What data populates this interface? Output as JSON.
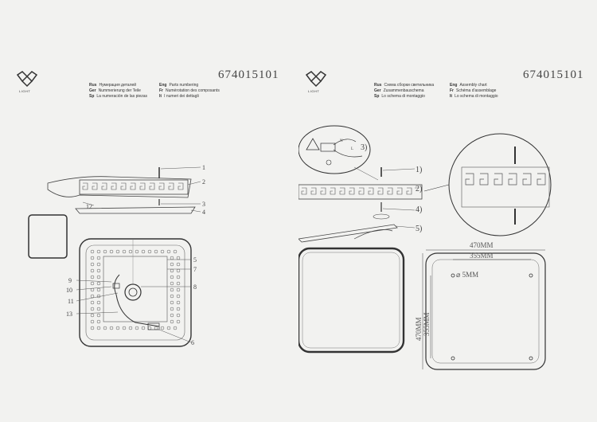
{
  "left_page": {
    "logo_label": "LIGHT",
    "code": "674015101",
    "languages": [
      {
        "code": "Rus",
        "text": "Нумерация деталей"
      },
      {
        "code": "Eng",
        "text": "Parts numbering"
      },
      {
        "code": "Ger",
        "text": "Nummerierung der Teile"
      },
      {
        "code": "Fr",
        "text": "Numérotation des composants"
      },
      {
        "code": "Sp",
        "text": "La numeración de las piezas"
      },
      {
        "code": "It",
        "text": "I numeri dei dettagli"
      }
    ],
    "callouts": [
      "1",
      "2",
      "3",
      "4",
      "5",
      "6",
      "7",
      "8",
      "9",
      "10",
      "11",
      "12",
      "13"
    ]
  },
  "right_page": {
    "logo_label": "LIGHT",
    "code": "674015101",
    "languages": [
      {
        "code": "Rus",
        "text": "Схема сборки светильника"
      },
      {
        "code": "Eng",
        "text": "Assembly chart"
      },
      {
        "code": "Ger",
        "text": "Zusammenbauschema"
      },
      {
        "code": "Fr",
        "text": "Schéma d'assemblage"
      },
      {
        "code": "Sp",
        "text": "Lo schema di montaggio"
      },
      {
        "code": "It",
        "text": "Lo schema di montaggio"
      }
    ],
    "step_labels": [
      "3)",
      "1)",
      "2)",
      "4)",
      "5)"
    ],
    "wire_labels": [
      "N",
      "L"
    ],
    "dimensions": {
      "outer_width": "470MM",
      "inner_width": "355MM",
      "hole": "⌀ 5MM",
      "outer_height": "470MM",
      "inner_height": "355MM"
    }
  }
}
